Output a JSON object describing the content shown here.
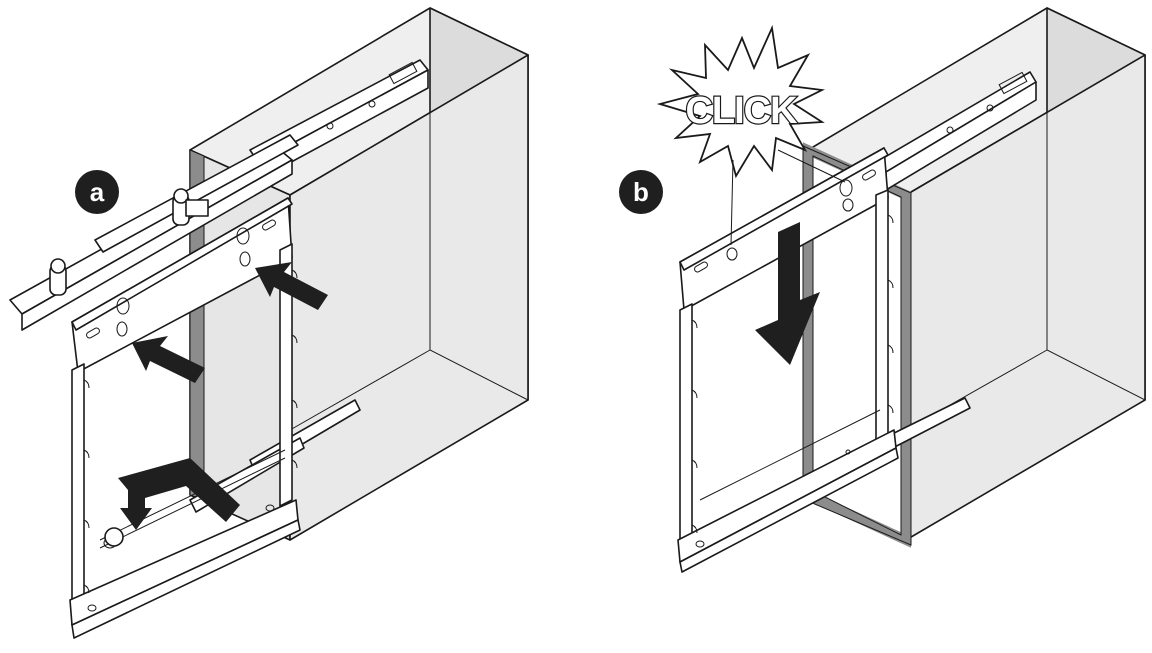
{
  "steps": [
    {
      "id": "a",
      "label": "a"
    },
    {
      "id": "b",
      "label": "b"
    }
  ],
  "callout": {
    "text": "CLICK"
  },
  "colors": {
    "cabinet_fill": "#e8e8e8",
    "cabinet_back": "#d9d9d9",
    "cabinet_edge": "#9a9a9a",
    "arrow": "#1f1f1f",
    "badge": "#1f1f1f",
    "line": "#1a1a1a"
  },
  "icons": [
    "push-arrow-icon",
    "down-arrow-icon",
    "click-burst-icon",
    "step-badge-icon"
  ]
}
